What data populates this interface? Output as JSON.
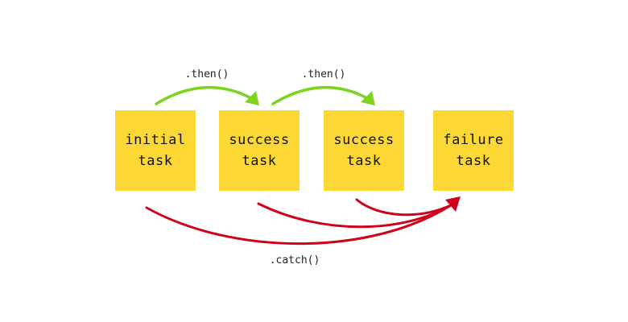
{
  "boxes": [
    {
      "label": "initial\ntask"
    },
    {
      "label": "success\ntask"
    },
    {
      "label": "success\ntask"
    },
    {
      "label": "failure\ntask"
    }
  ],
  "edges": {
    "then_1": ".then()",
    "then_2": ".then()",
    "catch": ".catch()"
  },
  "colors": {
    "box_fill": "#fdd835",
    "then_arrow": "#7ed321",
    "catch_arrow": "#d0021b",
    "text": "#111111"
  }
}
